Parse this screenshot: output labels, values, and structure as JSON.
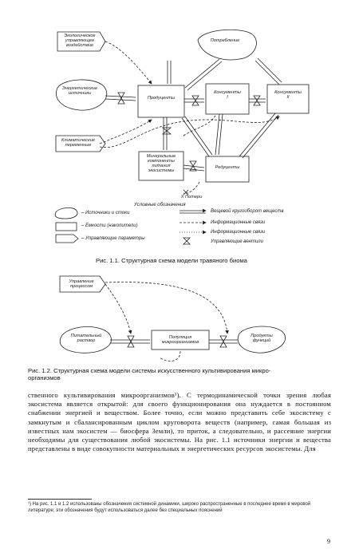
{
  "figure1": {
    "boxes": {
      "env_control": "Экологическое\nуправляющее\nвоздействие",
      "consumption": "Потребление",
      "energy_sources": "Энергетические\nисточники",
      "producers": "Продуценты",
      "consumers_1": "Консументы\nI",
      "consumers_2": "Консументы\nII",
      "climatic": "Климатические\nпеременные",
      "mineral": "Минеральные\nкомпоненты\nпитания\nэкосистемы",
      "reducers": "Редуценты",
      "outflow": "Х Потери"
    },
    "legend": {
      "title": "Условные обозначения",
      "items": [
        "– Источники и стоки",
        "– Емкости (накопители)",
        "– Управляющие параметры",
        "Вещевой кругооборот веществ",
        "Информационные связи",
        "Информационные связи",
        "Управляющие вентили"
      ]
    },
    "caption": "Рис. 1.1. Структурная схема модели травяного биома"
  },
  "figure2": {
    "boxes": {
      "control": "Управление\nпроцессом",
      "nutrient": "Питательный\nраствор",
      "population": "Популяция\nмикроорганизмов",
      "product": "Продукты\nфункций"
    },
    "caption": "Рис. 1.2. Структурная схема модели системы искусственного культивирования микро-\nорганизмов"
  },
  "body_text": "ственного культивирования микроорганизмов¹). С термодинамической точки зрения любая экосистема является открытой: для своего функционирования она нуждается в постоянном снабжении энергией и веществом. Более точно, если можно представить себе экосистему с замкнутым и сбалансированным циклом круговорота веществ (например, самая большая из известных нам экосистем — биосфера Земли), то приток, а следовательно, и рассеяние энергии необходимы для существования любой экосистемы. На рис. 1.1 источники энергии и вещества представлены в виде совокупности материальных и энергетических ресурсов экосистемы. Для",
  "footnote": "¹) На рис. 1.1 и 1.2 использованы обозначения системной динамики, широко распространенные в последнее время в мировой литературе; эти обозначения будут использоваться далее без специальных пояснений",
  "page_number": "9"
}
